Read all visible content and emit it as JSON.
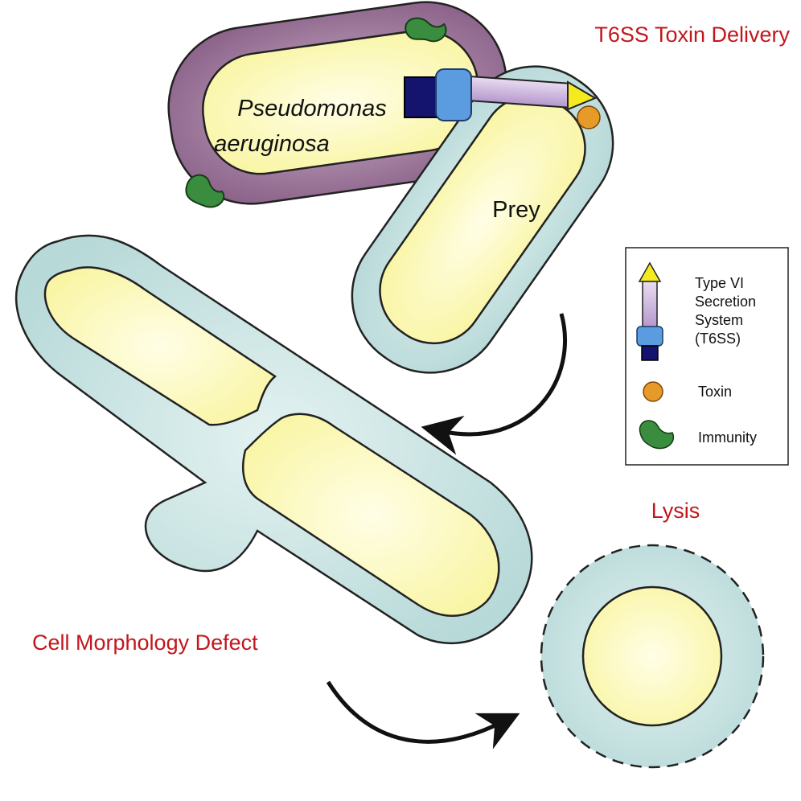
{
  "titles": {
    "delivery": "T6SS Toxin Delivery",
    "morphology": "Cell Morphology Defect",
    "lysis": "Lysis"
  },
  "cells": {
    "pseudomonas_line1": "Pseudomonas",
    "pseudomonas_line2": "aeruginosa",
    "prey": "Prey"
  },
  "legend": {
    "t6ss_lines": [
      "Type VI",
      "Secretion",
      "System",
      "(T6SS)"
    ],
    "toxin": "Toxin",
    "immunity": "Immunity"
  },
  "colors": {
    "title_red": "#c3161c",
    "cytoplasm_yellow": "#fdfbc0",
    "prey_envelope": "#c6e2e1",
    "pseudomonas_envelope": "#9a7397",
    "t6ss_sheath": "#c3acd6",
    "t6ss_baseplate": "#5b9be0",
    "t6ss_membrane_complex": "#14146e",
    "t6ss_tip": "#f4ea1e",
    "toxin": "#e69a28",
    "immunity": "#3a8c3e"
  }
}
